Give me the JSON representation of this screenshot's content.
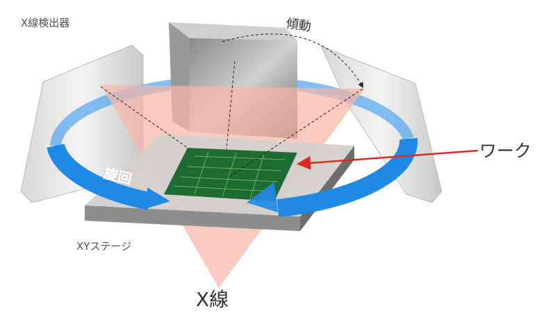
{
  "labels": {
    "detector": "X線検出器",
    "tilt": "傾動",
    "work": "ワーク",
    "rotation": "旋回",
    "xy_stage": "XYステージ",
    "xray": "X線"
  },
  "colors": {
    "xray_cone": "#f7b7a7",
    "ring": "#1e8ae6",
    "pcb": "#1f6b34",
    "stage": "#c9c9c9",
    "pointer_arrow": "#e0281e"
  }
}
